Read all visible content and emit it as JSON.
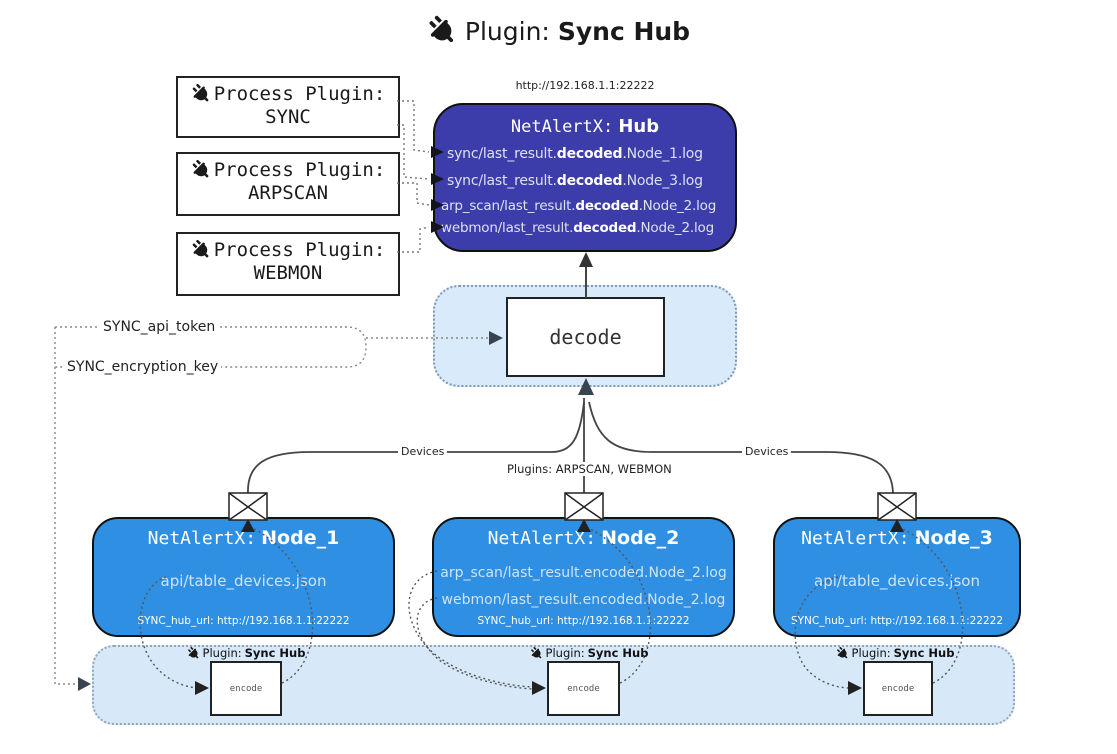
{
  "title": {
    "label": "Plugin:",
    "bold": "Sync Hub"
  },
  "hub": {
    "url": "http://192.168.1.1:22222",
    "name_prefix": "NetAlertX:",
    "name_bold": "Hub",
    "logs": [
      {
        "pre": "sync/last_result.",
        "bold": "decoded",
        "post": ".Node_1.log"
      },
      {
        "pre": "sync/last_result.",
        "bold": "decoded",
        "post": ".Node_3.log"
      },
      {
        "pre": "arp_scan/last_result.",
        "bold": "decoded",
        "post": ".Node_2.log"
      },
      {
        "pre": "webmon/last_result.",
        "bold": "decoded",
        "post": ".Node_2.log"
      }
    ]
  },
  "process_plugins": {
    "items": [
      {
        "label": "Process Plugin:",
        "name": "SYNC"
      },
      {
        "label": "Process Plugin:",
        "name": "ARPSCAN"
      },
      {
        "label": "Process Plugin:",
        "name": "WEBMON"
      }
    ]
  },
  "decode": {
    "label": "decode"
  },
  "connectors": {
    "api_token": "SYNC_api_token",
    "encryption_key": "SYNC_encryption_key",
    "devices_left": "Devices",
    "devices_right": "Devices",
    "plugins": "Plugins: ARPSCAN, WEBMON"
  },
  "nodes": [
    {
      "name_prefix": "NetAlertX:",
      "name_bold": "Node_1",
      "line1": "api/table_devices.json",
      "footer": "SYNC_hub_url: http://192.168.1.1:22222"
    },
    {
      "name_prefix": "NetAlertX:",
      "name_bold": "Node_2",
      "line1": "arp_scan/last_result.encoded.Node_2.log",
      "line2": "webmon/last_result.encoded.Node_2.log",
      "footer": "SYNC_hub_url: http://192.168.1.1:22222"
    },
    {
      "name_prefix": "NetAlertX:",
      "name_bold": "Node_3",
      "line1": "api/table_devices.json",
      "footer": "SYNC_hub_url: http://192.168.1.1:22222"
    }
  ],
  "sync_plugin_groups": [
    {
      "label": "Plugin:",
      "bold": "Sync Hub",
      "box": "encode"
    },
    {
      "label": "Plugin:",
      "bold": "Sync Hub",
      "box": "encode"
    },
    {
      "label": "Plugin:",
      "bold": "Sync Hub",
      "box": "encode"
    }
  ],
  "colors": {
    "hub_fill": "#3c3caa",
    "node_fill": "#2f8fe3",
    "decode_panel_fill": "#d9eafb",
    "strip_fill": "#d7e8f9",
    "node_secondary_text": "#cfe4f9"
  }
}
